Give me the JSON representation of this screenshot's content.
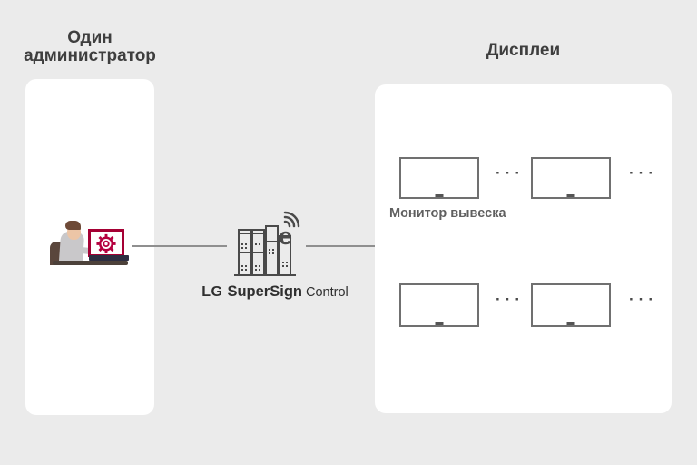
{
  "colors": {
    "background": "#ebebeb",
    "panel": "#ffffff",
    "title_text": "#3e3e3e",
    "connector_line": "#8f8f8f",
    "monitor_border": "#707070",
    "server_icon_stroke": "#4a4a4a",
    "lg_accent_red": "#a50034"
  },
  "left_section": {
    "title_line1": "Один",
    "title_line2": "администратор",
    "illustration": "administrator-at-desk-with-gear-screen"
  },
  "center": {
    "server_icon": "supersign-server-rack-with-signal",
    "e_badge": "e",
    "logo": {
      "lg": "LG",
      "supersign": "SuperSign",
      "control": "Control"
    }
  },
  "right_section": {
    "title": "Дисплеи",
    "monitor_label": "Монитор вывеска",
    "ellipsis": "···"
  }
}
